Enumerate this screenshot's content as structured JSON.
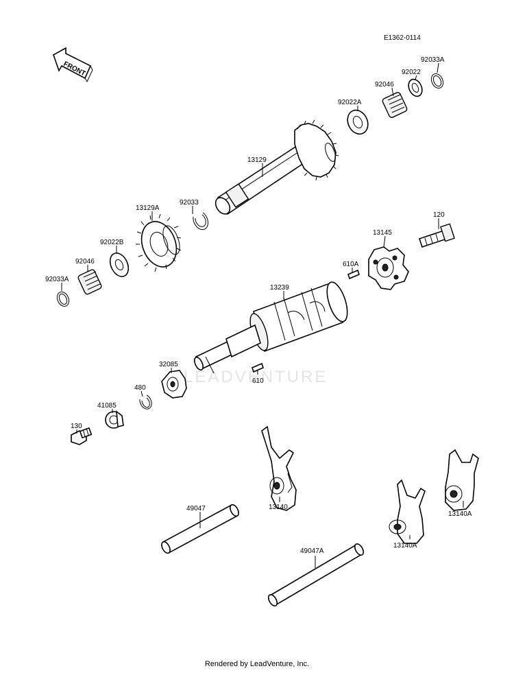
{
  "diagram": {
    "ref_code": "E1362-0114",
    "front_label": "FRONT",
    "watermark": "LEADVENTURE",
    "footer": "Rendered by LeadVenture, Inc.",
    "callouts": [
      {
        "id": "c1",
        "text": "92033A"
      },
      {
        "id": "c2",
        "text": "92022"
      },
      {
        "id": "c3",
        "text": "92046"
      },
      {
        "id": "c4",
        "text": "92022A"
      },
      {
        "id": "c5",
        "text": "13129"
      },
      {
        "id": "c6",
        "text": "92033"
      },
      {
        "id": "c7",
        "text": "13129A"
      },
      {
        "id": "c8",
        "text": "92022B"
      },
      {
        "id": "c9",
        "text": "92046"
      },
      {
        "id": "c10",
        "text": "92033A"
      },
      {
        "id": "c11",
        "text": "120"
      },
      {
        "id": "c12",
        "text": "13145"
      },
      {
        "id": "c13",
        "text": "610A"
      },
      {
        "id": "c14",
        "text": "13239"
      },
      {
        "id": "c15",
        "text": "32085"
      },
      {
        "id": "c16",
        "text": "610"
      },
      {
        "id": "c17",
        "text": "480"
      },
      {
        "id": "c18",
        "text": "41085"
      },
      {
        "id": "c19",
        "text": "130"
      },
      {
        "id": "c20",
        "text": "49047"
      },
      {
        "id": "c21",
        "text": "13140"
      },
      {
        "id": "c22",
        "text": "13140A"
      },
      {
        "id": "c23",
        "text": "13140A"
      },
      {
        "id": "c24",
        "text": "49047A"
      }
    ]
  }
}
